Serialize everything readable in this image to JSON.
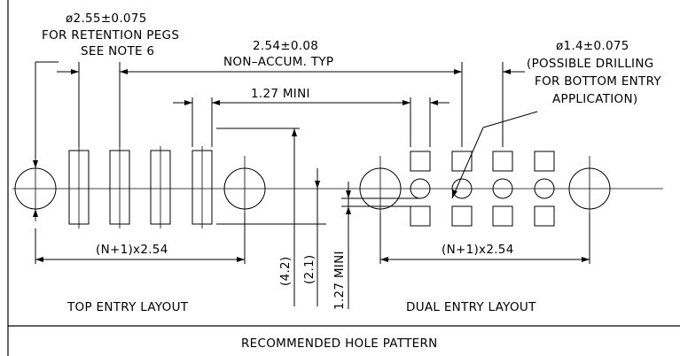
{
  "labels": {
    "peg_dia": "ø2.55±0.075",
    "peg_for": "FOR RETENTION PEGS",
    "peg_note": "SEE NOTE 6",
    "pitch_val": "2.54±0.08",
    "pitch_note": "NON–ACCUM. TYP",
    "mini_127": "1.27 MINI",
    "drill_dia": "ø1.4±0.075",
    "drill_1": "(POSSIBLE DRILLING",
    "drill_2": "FOR BOTTOM ENTRY",
    "drill_3": "APPLICATION)",
    "span_left": "(N+1)x2.54",
    "span_right": "(N+1)x2.54",
    "dim_42": "(4.2)",
    "dim_21": "(2.1)",
    "dim_127v": "1.27 MINI",
    "top_layout": "TOP ENTRY LAYOUT",
    "dual_layout": "DUAL ENTRY LAYOUT",
    "footer": "RECOMMENDED HOLE PATTERN"
  }
}
